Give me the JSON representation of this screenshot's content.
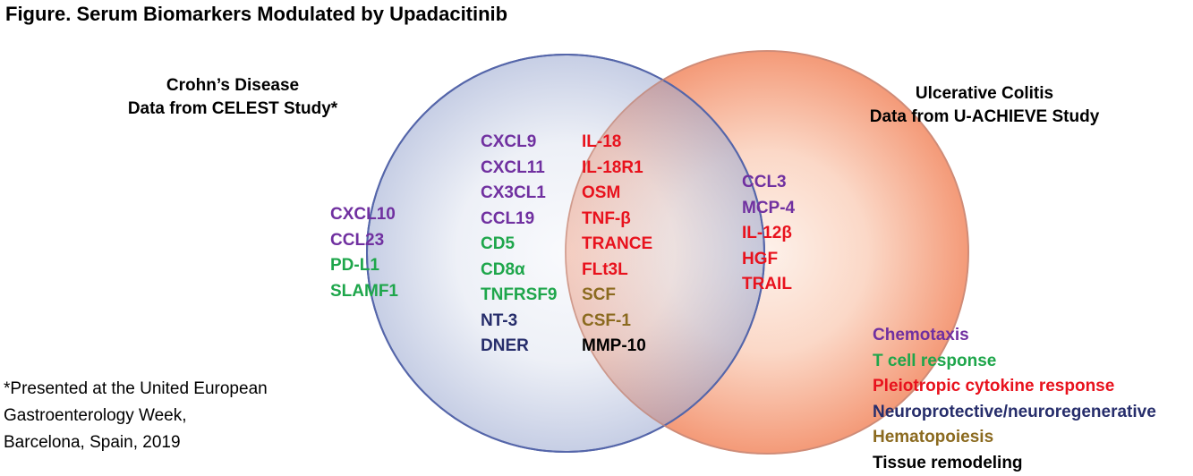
{
  "title": "Figure. Serum Biomarkers Modulated by Upadacitinib",
  "colors": {
    "chemotaxis": "#7030a0",
    "t_cell": "#1ea64b",
    "pleiotropic": "#e8121d",
    "neuro": "#262d6b",
    "hematopoiesis": "#8b6a1f",
    "tissue": "#000000",
    "cd_circle_edge": "#5566aa",
    "uc_circle_edge": "#d9907a"
  },
  "crohns": {
    "line1": "Crohn’s Disease",
    "line2": "Data from CELEST Study*"
  },
  "uc": {
    "line1": "Ulcerative Colitis",
    "line2": "Data from U-ACHIEVE Study"
  },
  "cd_only": [
    {
      "name": "CXCL10",
      "cat": "chemotaxis"
    },
    {
      "name": "CCL23",
      "cat": "chemotaxis"
    },
    {
      "name": "PD-L1",
      "cat": "t_cell"
    },
    {
      "name": "SLAMF1",
      "cat": "t_cell"
    }
  ],
  "overlap_left": [
    {
      "name": "CXCL9",
      "cat": "chemotaxis"
    },
    {
      "name": "CXCL11",
      "cat": "chemotaxis"
    },
    {
      "name": "CX3CL1",
      "cat": "chemotaxis"
    },
    {
      "name": "CCL19",
      "cat": "chemotaxis"
    },
    {
      "name": "CD5",
      "cat": "t_cell"
    },
    {
      "name": "CD8α",
      "cat": "t_cell"
    },
    {
      "name": "TNFRSF9",
      "cat": "t_cell"
    },
    {
      "name": "NT-3",
      "cat": "neuro"
    },
    {
      "name": "DNER",
      "cat": "neuro"
    }
  ],
  "overlap_right": [
    {
      "name": "IL-18",
      "cat": "pleiotropic"
    },
    {
      "name": "IL-18R1",
      "cat": "pleiotropic"
    },
    {
      "name": "OSM",
      "cat": "pleiotropic"
    },
    {
      "name": "TNF-β",
      "cat": "pleiotropic"
    },
    {
      "name": "TRANCE",
      "cat": "pleiotropic"
    },
    {
      "name": "FLt3L",
      "cat": "pleiotropic"
    },
    {
      "name": "SCF",
      "cat": "hematopoiesis"
    },
    {
      "name": "CSF-1",
      "cat": "hematopoiesis"
    },
    {
      "name": "MMP-10",
      "cat": "tissue"
    }
  ],
  "uc_only": [
    {
      "name": "CCL3",
      "cat": "chemotaxis"
    },
    {
      "name": "MCP-4",
      "cat": "chemotaxis"
    },
    {
      "name": "IL-12β",
      "cat": "pleiotropic"
    },
    {
      "name": "HGF",
      "cat": "pleiotropic"
    },
    {
      "name": "TRAIL",
      "cat": "pleiotropic"
    }
  ],
  "footnote": {
    "line1": "*Presented at the United European",
    "line2": "Gastroenterology Week,",
    "line3": "Barcelona, Spain, 2019"
  },
  "legend": [
    {
      "label": "Chemotaxis",
      "cat": "chemotaxis"
    },
    {
      "label": "T cell response",
      "cat": "t_cell"
    },
    {
      "label": "Pleiotropic cytokine response",
      "cat": "pleiotropic"
    },
    {
      "label": "Neuroprotective/neuroregenerative",
      "cat": "neuro"
    },
    {
      "label": "Hematopoiesis",
      "cat": "hematopoiesis"
    },
    {
      "label": "Tissue remodeling",
      "cat": "tissue"
    }
  ]
}
